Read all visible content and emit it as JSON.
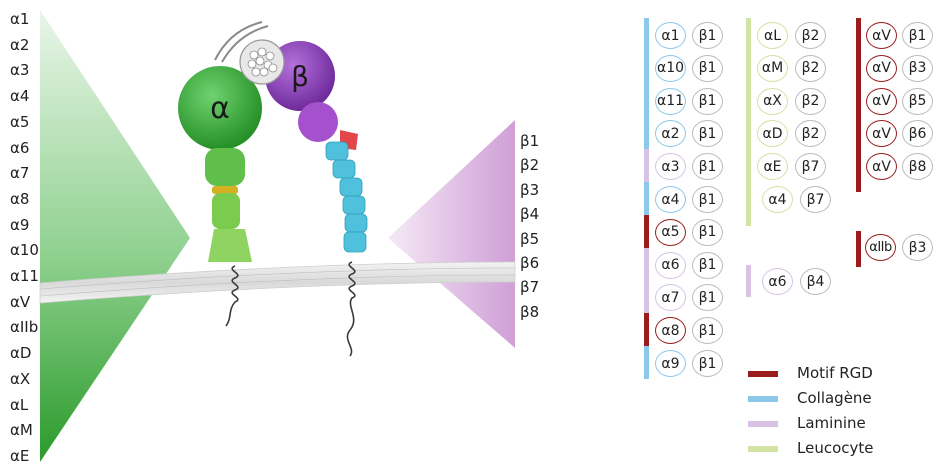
{
  "colors": {
    "rgd": "#9b1c1c",
    "collagen": "#8cc8ea",
    "laminin": "#d8c3e5",
    "leukocyte": "#d2e3a4",
    "alpha_green": "#3aa83a",
    "beta_purple": "#8a3bb4",
    "beta_blue": "#4fc1dd"
  },
  "alpha_list": [
    "α1",
    "α2",
    "α3",
    "α4",
    "α5",
    "α6",
    "α7",
    "α8",
    "α9",
    "α10",
    "α11",
    "αV",
    "αIIb",
    "αD",
    "αX",
    "αL",
    "αM",
    "αE"
  ],
  "beta_list": [
    "β1",
    "β2",
    "β3",
    "β4",
    "β5",
    "β6",
    "β7",
    "β8"
  ],
  "structure": {
    "alpha_label": "α",
    "beta_label": "β"
  },
  "pairs_col1": [
    {
      "a": "α1",
      "b": "β1",
      "ring": "collagen",
      "bar": "collagen"
    },
    {
      "a": "α10",
      "b": "β1",
      "ring": "collagen",
      "bar": "collagen"
    },
    {
      "a": "α11",
      "b": "β1",
      "ring": "collagen",
      "bar": "collagen"
    },
    {
      "a": "α2",
      "b": "β1",
      "ring": "collagen",
      "bar": "collagen"
    },
    {
      "a": "α3",
      "b": "β1",
      "ring": "laminin",
      "bar": "laminin"
    },
    {
      "a": "α4",
      "b": "β1",
      "ring": "collagen",
      "bar": "collagen"
    },
    {
      "a": "α5",
      "b": "β1",
      "ring": "rgd",
      "bar": "rgd"
    },
    {
      "a": "α6",
      "b": "β1",
      "ring": "laminin",
      "bar": "laminin"
    },
    {
      "a": "α7",
      "b": "β1",
      "ring": "laminin",
      "bar": "laminin"
    },
    {
      "a": "α8",
      "b": "β1",
      "ring": "rgd",
      "bar": "rgd"
    },
    {
      "a": "α9",
      "b": "β1",
      "ring": "collagen",
      "bar": "collagen"
    }
  ],
  "pairs_col2": [
    {
      "a": "αL",
      "b": "β2",
      "ring": "leukocyte"
    },
    {
      "a": "αM",
      "b": "β2",
      "ring": "leukocyte"
    },
    {
      "a": "αX",
      "b": "β2",
      "ring": "leukocyte"
    },
    {
      "a": "αD",
      "b": "β2",
      "ring": "leukocyte"
    },
    {
      "a": "αE",
      "b": "β7",
      "ring": "leukocyte"
    },
    {
      "a": "α4",
      "b": "β7",
      "ring": "leukocyte"
    }
  ],
  "pair_a6b4": {
    "a": "α6",
    "b": "β4",
    "ring": "laminin"
  },
  "pairs_col3": [
    {
      "a": "αV",
      "b": "β1",
      "ring": "rgd"
    },
    {
      "a": "αV",
      "b": "β3",
      "ring": "rgd"
    },
    {
      "a": "αV",
      "b": "β5",
      "ring": "rgd"
    },
    {
      "a": "αV",
      "b": "β6",
      "ring": "rgd"
    },
    {
      "a": "αV",
      "b": "β8",
      "ring": "rgd"
    }
  ],
  "pair_aIIb": {
    "a": "αIIb",
    "b": "β3",
    "ring": "rgd"
  },
  "legend": [
    {
      "label": "Motif RGD",
      "color": "rgd"
    },
    {
      "label": "Collagène",
      "color": "collagen"
    },
    {
      "label": "Laminine",
      "color": "laminin"
    },
    {
      "label": "Leucocyte",
      "color": "leukocyte"
    }
  ]
}
